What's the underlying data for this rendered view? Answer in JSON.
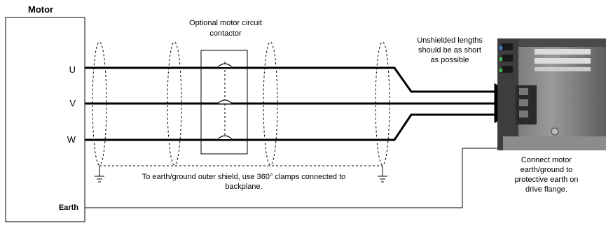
{
  "motor": {
    "title": "Motor",
    "terminals": [
      "U",
      "V",
      "W"
    ],
    "earth_label": "Earth"
  },
  "contactor": {
    "label_line1": "Optional motor circuit",
    "label_line2": "contactor"
  },
  "unshielded_note": {
    "line1": "Unshielded lengths",
    "line2": "should be as short",
    "line3": "as possible"
  },
  "shield_note": {
    "line1": "To earth/ground  outer shield, use 360° clamps connected to",
    "line2": "backplane."
  },
  "earth_note": {
    "line1": "Connect motor",
    "line2": "earth/ground to",
    "line3": "protective earth on",
    "line4": "drive flange."
  },
  "colors": {
    "line": "#000000",
    "drive_body": "#5a5a5a",
    "drive_dark": "#2e2e2e"
  }
}
